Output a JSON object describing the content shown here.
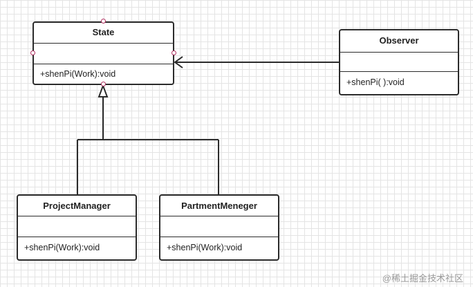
{
  "diagram": {
    "classes": {
      "state": {
        "name": "State",
        "operation": "+shenPi(Work):void"
      },
      "observer": {
        "name": "Observer",
        "operation": "+shenPi( ):void"
      },
      "project_manager": {
        "name": "ProjectManager",
        "operation": "+shenPi(Work):void"
      },
      "partment_meneger": {
        "name": "PartmentMeneger",
        "operation": "+shenPi(Work):void"
      }
    },
    "relations": [
      {
        "from": "observer",
        "to": "state",
        "type": "association"
      },
      {
        "from": "project_manager",
        "to": "state",
        "type": "generalization"
      },
      {
        "from": "partment_meneger",
        "to": "state",
        "type": "generalization"
      }
    ],
    "colors": {
      "line": "#2b2b2b",
      "grid": "#e4e4e4",
      "handle": "#b03060"
    }
  },
  "watermark": "@稀土掘金技术社区"
}
